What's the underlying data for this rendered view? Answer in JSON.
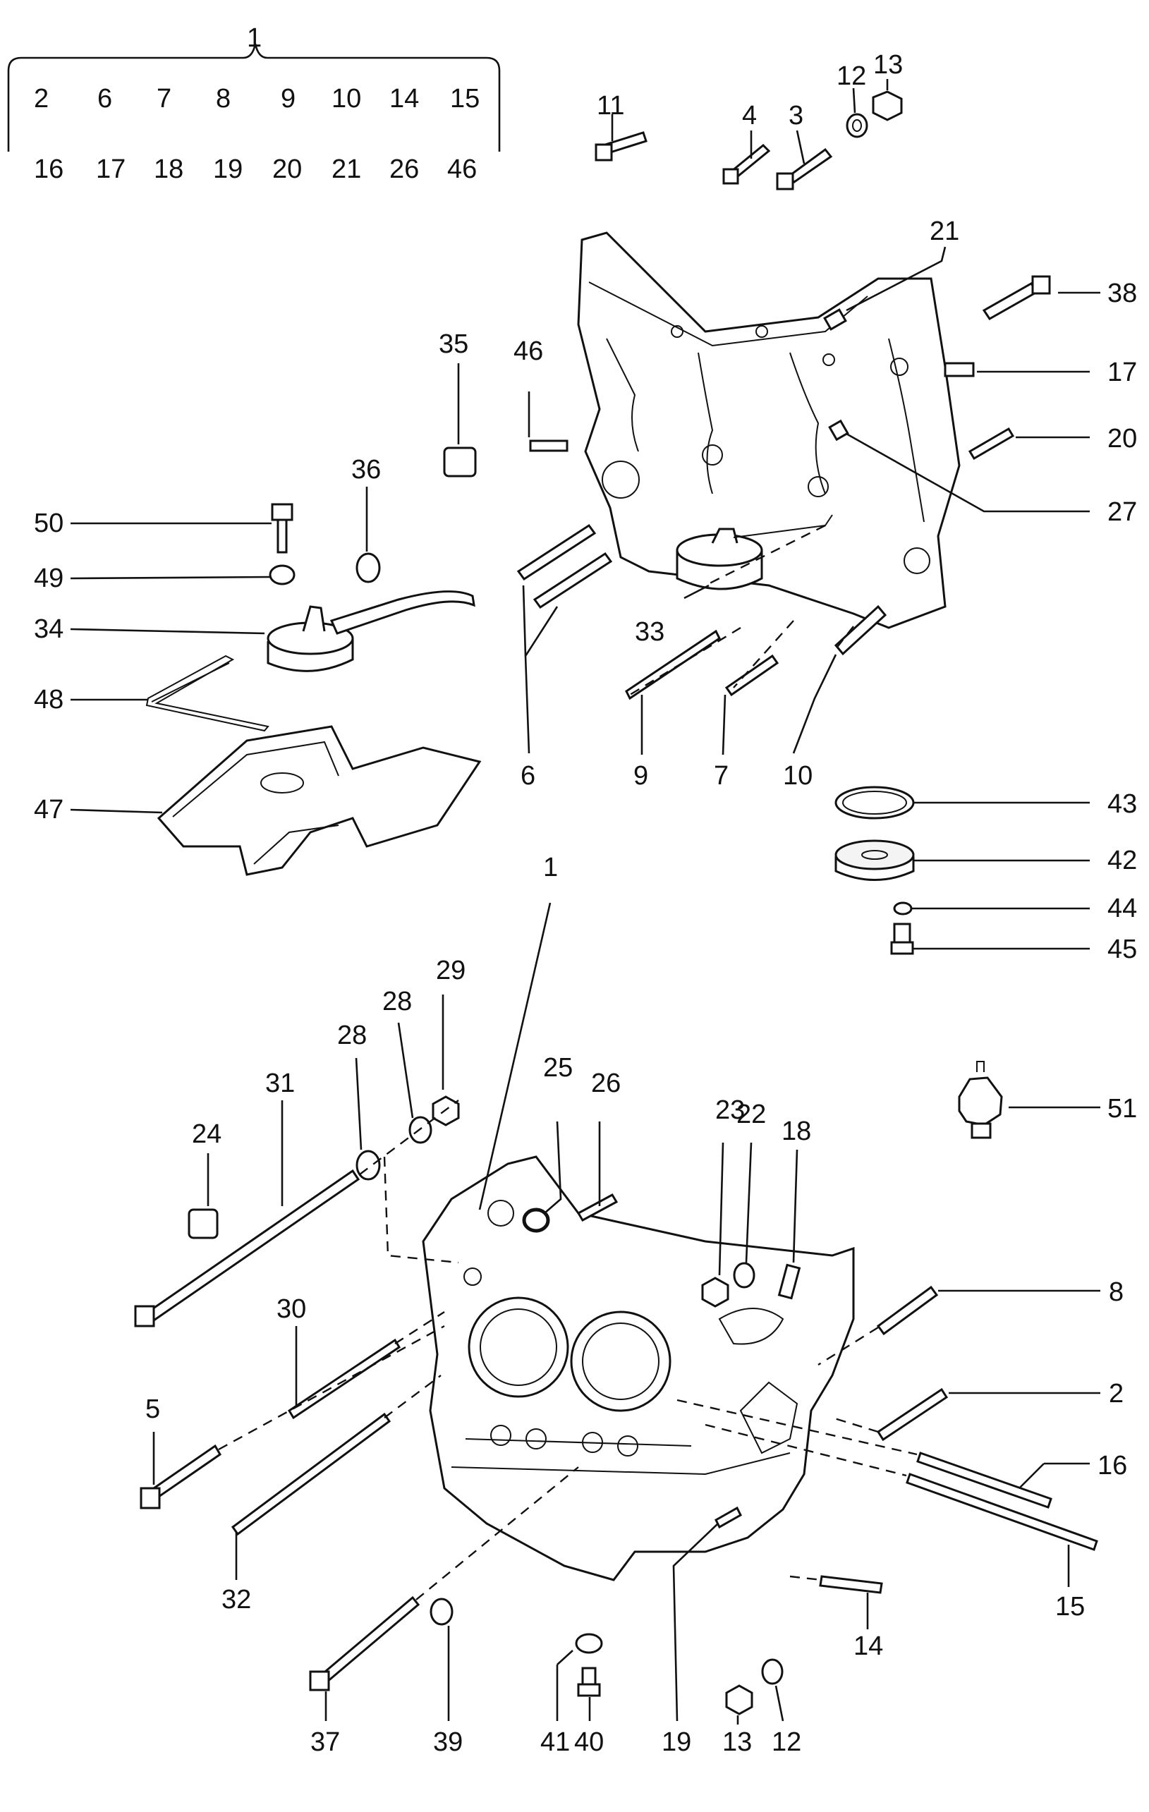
{
  "kit_header": {
    "number": "1",
    "row1": [
      "2",
      "6",
      "7",
      "8",
      "9",
      "10",
      "14",
      "15"
    ],
    "row2": [
      "16",
      "17",
      "18",
      "19",
      "20",
      "21",
      "26",
      "46"
    ]
  },
  "callouts": [
    "11",
    "4",
    "3",
    "12",
    "13",
    "21",
    "38",
    "17",
    "20",
    "27",
    "46",
    "35",
    "36",
    "50",
    "49",
    "34",
    "48",
    "47",
    "33",
    "6",
    "9",
    "7",
    "10",
    "43",
    "42",
    "44",
    "45",
    "1",
    "29",
    "28",
    "28",
    "31",
    "24",
    "25",
    "26",
    "23",
    "22",
    "18",
    "51",
    "8",
    "30",
    "2",
    "5",
    "16",
    "32",
    "15",
    "14",
    "37",
    "39",
    "41",
    "40",
    "13",
    "12",
    "19"
  ]
}
